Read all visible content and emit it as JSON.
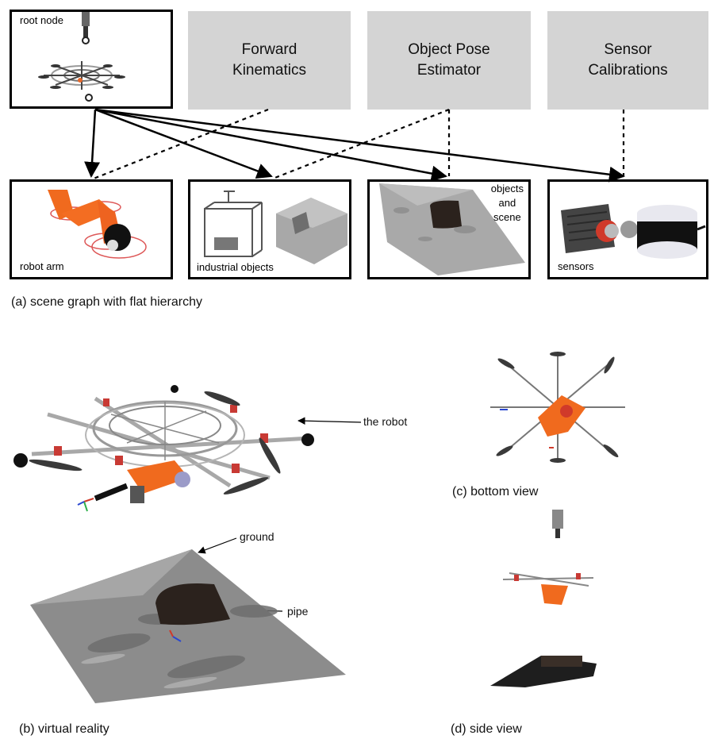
{
  "top_boxes": [
    {
      "id": "forward-kinematics",
      "label": "Forward\nKinematics"
    },
    {
      "id": "object-pose-estimator",
      "label": "Object Pose\nEstimator"
    },
    {
      "id": "sensor-calibrations",
      "label": "Sensor\nCalibrations"
    }
  ],
  "nodes": {
    "root": "root node",
    "robot_arm": "robot arm",
    "industrial_objects": "industrial objects",
    "objects_scene": "objects\nand\nscene",
    "sensors": "sensors"
  },
  "captions": {
    "a": "(a) scene graph with flat hierarchy",
    "b": "(b) virtual reality",
    "c": "(c) bottom view",
    "d": "(d) side view"
  },
  "annotations": {
    "robot": "the robot",
    "ground": "ground",
    "pipe": "pipe"
  },
  "colors": {
    "box_gray": "#d4d4d4",
    "robot_orange": "#f06a1e",
    "ground_gray": "#8c8c8c",
    "pipe_dark": "#2b221d"
  }
}
